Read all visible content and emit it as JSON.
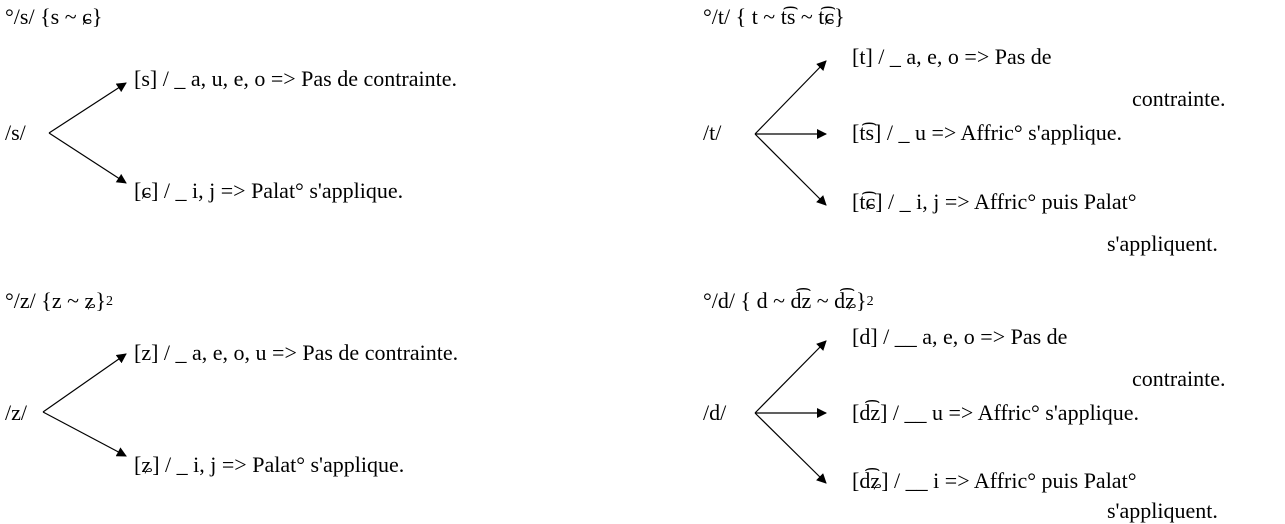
{
  "blocks": [
    {
      "name": "s",
      "header_main": "°/s/  {s ~ ɕ}",
      "header_sup": "",
      "base": "/s/",
      "rules": [
        {
          "line1": "[s]   / _ a, u, e, o => Pas de contrainte.",
          "line2": ""
        },
        {
          "line1": "[ɕ]  / _ i, j => Palat° s'applique.",
          "line2": ""
        }
      ]
    },
    {
      "name": "t",
      "header_main": "°/t/  { t ~ t͡s ~ t͡ɕ}",
      "header_sup": "",
      "base": "/t/",
      "rules": [
        {
          "line1": "[t]   / _ a, e, o => Pas de",
          "line2": "contrainte."
        },
        {
          "line1": "[t͡s] / _ u => Affric° s'applique.",
          "line2": ""
        },
        {
          "line1": "[t͡ɕ] / _ i, j =>  Affric° puis Palat°",
          "line2": "s'appliquent."
        }
      ]
    },
    {
      "name": "z",
      "header_main": "°/z/  {z ~ ʑ}",
      "header_sup": "2",
      "base": "/z/",
      "rules": [
        {
          "line1": "[z]  / _ a, e, o, u => Pas de contrainte.",
          "line2": ""
        },
        {
          "line1": "[ʑ]  / _ i, j => Palat° s'applique.",
          "line2": ""
        }
      ]
    },
    {
      "name": "d",
      "header_main": "°/d/  { d ~ d͡z ~ d͡ʑ}",
      "header_sup": "2",
      "base": "/d/",
      "rules": [
        {
          "line1": "[d]   / __ a, e, o => Pas de",
          "line2": "contrainte."
        },
        {
          "line1": "[d͡z] / __ u => Affric° s'applique.",
          "line2": ""
        },
        {
          "line1": "[d͡ʑ] / __ i => Affric° puis Palat°",
          "line2": "s'appliquent."
        }
      ]
    }
  ]
}
